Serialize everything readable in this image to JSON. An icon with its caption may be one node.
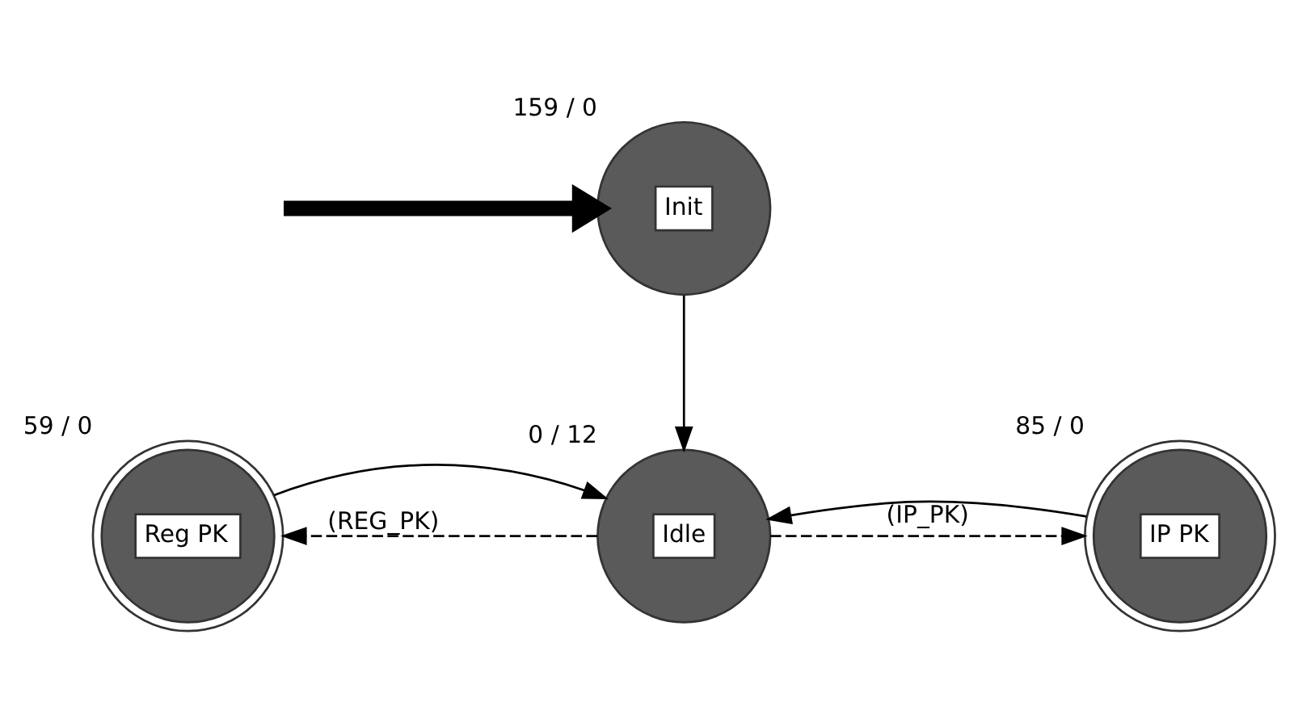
{
  "diagram": {
    "nodes": [
      {
        "text": [
          "Init"
        ],
        "beside": [
          "159 / 0"
        ]
      },
      {
        "text": [
          "Reg PK"
        ],
        "beside": [
          "59 / 0"
        ]
      },
      {
        "text": [
          "Idle"
        ],
        "beside": [
          "0 / 12"
        ]
      },
      {
        "text": [
          "IP PK"
        ],
        "beside": [
          "85 / 0"
        ]
      }
    ],
    "edges": [
      {
        "from": null,
        "to": 0,
        "arrow": "to",
        "style": "thick"
      },
      {
        "from": 0,
        "to": 2,
        "arrow": "to"
      },
      {
        "from": 2,
        "to": 1,
        "arrow": "to",
        "style": "dashed",
        "label": "(REG_PK)"
      },
      {
        "from": 2,
        "to": 3,
        "arrow": "to",
        "style": "dashed",
        "label": "(IP_PK)"
      },
      {
        "from": 1,
        "to": 2,
        "arrow": "to"
      },
      {
        "from": 3,
        "to": 2,
        "arrow": "to"
      }
    ]
  }
}
